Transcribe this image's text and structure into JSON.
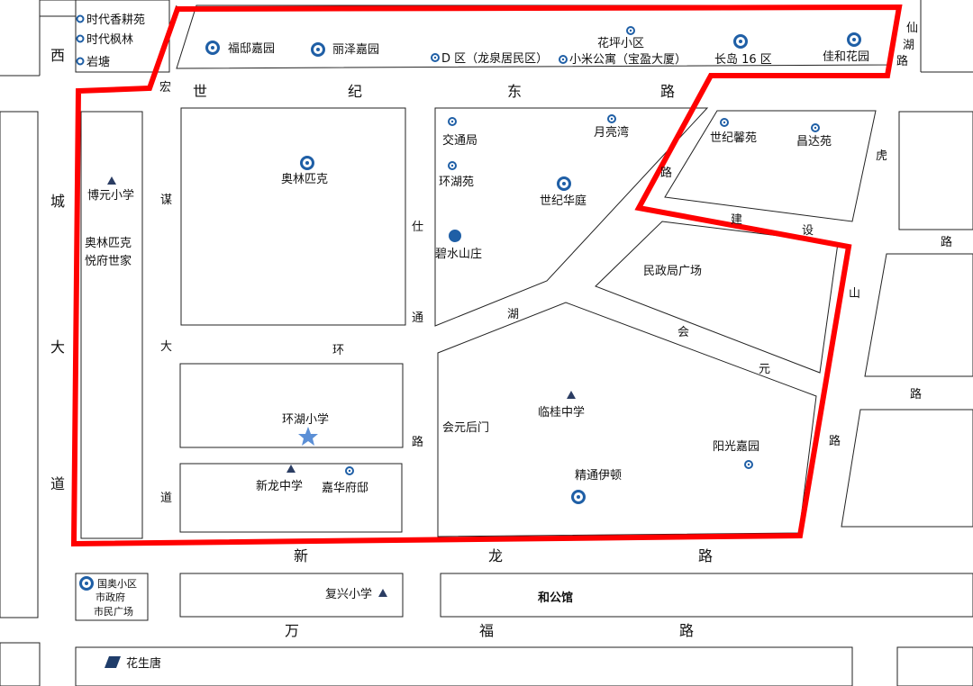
{
  "roads": {
    "shiji_dong_lu": [
      "世",
      "纪",
      "东",
      "路"
    ],
    "xinlong_lu": [
      "新",
      "龙",
      "路"
    ],
    "wanfu_lu": [
      "万",
      "福",
      "路"
    ],
    "xicheng_dadao": [
      "西",
      "城",
      "大",
      "道"
    ],
    "hongmou_dadao": [
      "宏",
      "谋",
      "大",
      "道"
    ],
    "huanhu_lu": [
      "环",
      "湖",
      "路"
    ],
    "shitong_lu": [
      "仕",
      "通",
      "路"
    ],
    "jianshe_lu": [
      "建",
      "设",
      "路"
    ],
    "huiyuan_lu": [
      "会",
      "元",
      "路"
    ],
    "hushan_lu": [
      "虎",
      "山",
      "路"
    ],
    "xianhu_lu": [
      "仙",
      "湖",
      "路"
    ],
    "right_edge_lu": [
      "路",
      "路"
    ]
  },
  "places": {
    "shidai_xianggengyuan": "时代香耕苑",
    "shidai_fenglin": "时代枫林",
    "yantang": "岩塘",
    "fuyijiayuan": "福邸嘉园",
    "lizejiayuan": "丽泽嘉园",
    "d_qu": "D 区（龙泉居民区）",
    "xiaomi_gongyu": "小米公寓（宝盈大厦）",
    "huaping_xiaoqu": "花坪小区",
    "changdao16": "长岛 16 区",
    "jiahe_huayuan": "佳和花园",
    "boyuan_xiaoxue": "博元小学",
    "aolinpike_yuefu": "奥林匹克\n悦府世家",
    "aolinpike": "奥林匹克",
    "jiaotongju": "交通局",
    "yueliangwan": "月亮湾",
    "huanhuyuan": "环湖苑",
    "shiji_huating": "世纪华庭",
    "bishui_shanzhuang": "碧水山庄",
    "shiji_xinyuan": "世纪馨苑",
    "changda_yuan": "昌达苑",
    "minzhengju_guangchang": "民政局广场",
    "huanhu_xiaoxue": "环湖小学",
    "xinlong_zhongxue": "新龙中学",
    "jiahua_fudi": "嘉华府邸",
    "huiyuan_houmen": "会元后门",
    "lingui_zhongxue": "临桂中学",
    "yangguang_jiayuan": "阳光嘉园",
    "jingtong_yidun": "精通伊顿",
    "guoao_xiaoqu": "国奥小区",
    "shizhengfu": "市政府",
    "shimin_guangchang": "市民广场",
    "fuxing_xiaoxue": "复兴小学",
    "heguan": "和公馆",
    "huashengtang": "花生唐"
  },
  "colors": {
    "boundary": "#ff0000",
    "marker": "#1f5fa6",
    "star": "#5b8fd6",
    "school": "#2b3d63"
  },
  "icons": {
    "residence": "ring-marker-icon",
    "school": "triangle-marker-icon",
    "target": "star-marker-icon"
  }
}
